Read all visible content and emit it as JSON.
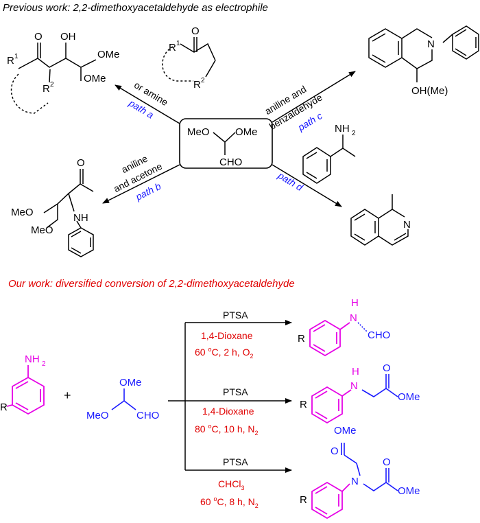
{
  "header": {
    "previous": "Previous work: 2,2-dimethoxyacetaldehyde as electrophile",
    "our": "Our work: diversified conversion of 2,2-dimethoxyacetaldehyde"
  },
  "center": {
    "meo": "MeO",
    "ome": "OMe",
    "cho": "CHO"
  },
  "paths": {
    "a_line1": "or amine",
    "a_label": "path a",
    "b_line1": "aniline",
    "b_line2": "and acetone",
    "b_label": "path b",
    "c_line1": "aniline  and",
    "c_line2": "benzaldehyde",
    "c_label": "path c",
    "d_label": "path d"
  },
  "products_top": {
    "oh": "OH",
    "ome": "OMe",
    "r1": "R",
    "r2": "R",
    "sup1": "1",
    "sup2": "2",
    "o": "O",
    "n": "N",
    "oh_me": "OH(Me)",
    "nh2": "NH",
    "sub2": "2",
    "nh": "NH",
    "meo": "MeO"
  },
  "reactants": {
    "nh2": "NH",
    "sub2": "2",
    "r": "R",
    "plus": "+",
    "meo": "MeO",
    "ome": "OMe",
    "cho": "CHO"
  },
  "conditions": [
    {
      "reagent": "PTSA",
      "solvent": "1,4-Dioxane",
      "temp": "60 ",
      "deg": "o",
      "rest": "C, 2 h, O",
      "sub": "2"
    },
    {
      "reagent": "PTSA",
      "solvent": "1,4-Dioxane",
      "temp": "80 ",
      "deg": "o",
      "rest": "C, 10 h, N",
      "sub": "2"
    },
    {
      "reagent": "PTSA",
      "solvent": "CHCl",
      "solvent_sub": "3",
      "temp": "60 ",
      "deg": "o",
      "rest": "C, 8 h,  N",
      "sub": "2"
    }
  ],
  "products_bottom": {
    "p1_h": "H",
    "p1_n": "N",
    "p1_cho": "CHO",
    "p2_h": "H",
    "p2_n": "N",
    "p2_o": "O",
    "p2_ome": "OMe",
    "p3_ome_top": "OMe",
    "p3_o_top": "O",
    "p3_n": "N",
    "p3_o": "O",
    "p3_ome": "OMe",
    "r": "R"
  },
  "colors": {
    "magenta": "#e600e6",
    "blue": "#1a1aff",
    "red": "#e00000",
    "black": "#000000"
  }
}
